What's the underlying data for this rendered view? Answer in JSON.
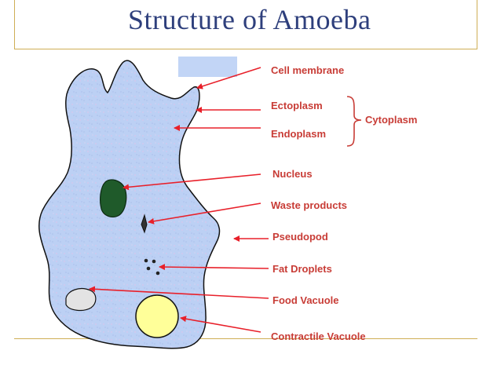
{
  "title": "Structure of Amoeba",
  "labels": {
    "cell_membrane": "Cell membrane",
    "ectoplasm": "Ectoplasm",
    "endoplasm": "Endoplasm",
    "cytoplasm": "Cytoplasm",
    "nucleus": "Nucleus",
    "waste_products": "Waste products",
    "pseudopod": "Pseudopod",
    "fat_droplets": "Fat Droplets",
    "food_vacuole": "Food Vacuole",
    "contractile_vacuole": "Contractile Vacuole"
  },
  "colors": {
    "title": "#2e3f7c",
    "label_text": "#c83c36",
    "arrow": "#e8202a",
    "cell_fill": "#bcd0f4",
    "nucleus_fill": "#1f5a2a",
    "contractile_vacuole_fill": "#ffff99",
    "rule": "#cfae55"
  }
}
